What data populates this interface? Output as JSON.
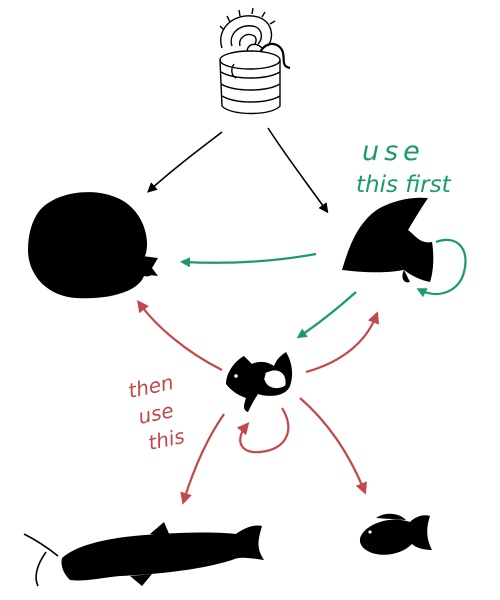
{
  "annotations": {
    "green_line1": "use",
    "green_line2": "this first",
    "red_line1": "then",
    "red_line2": "use",
    "red_line3": "this"
  },
  "nodes": {
    "food_can": "worm-can-icon",
    "pufferfish": "pufferfish-icon",
    "angelfish": "angelfish-icon",
    "goldfish": "goldfish-icon",
    "catfish": "catfish-icon",
    "small_fish": "small-fish-icon"
  },
  "colors": {
    "black": "#000000",
    "green": "#1a9a6c",
    "red": "#c4474a"
  }
}
